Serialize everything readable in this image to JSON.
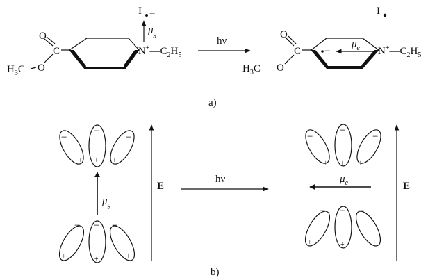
{
  "panel_a": {
    "caption": "a)",
    "left_molecule": {
      "ester_O_double": "O",
      "carbon": "C",
      "ester_O_single": "O",
      "methyl_H": "H",
      "methyl_sub": "3",
      "methyl_C": "C",
      "nitrogen": "N",
      "plus": "+",
      "ethyl": "—C",
      "ethyl_sub1": "2",
      "ethyl_H": "H",
      "ethyl_sub2": "5",
      "counter_ion": "I",
      "counter_charge": "−",
      "dipole": "μ",
      "dipole_sub": "g"
    },
    "arrow_label": "hν",
    "right_molecule": {
      "ester_O_double": "O",
      "carbon": "C",
      "ester_O_single": "O",
      "methyl_H": "H",
      "methyl_sub": "3",
      "methyl_C": "C",
      "nitrogen": "N",
      "plus": "+",
      "ethyl": "—C",
      "ethyl_sub1": "2",
      "ethyl_H": "H",
      "ethyl_sub2": "5",
      "counter_ion": "I",
      "radical_dot": "•",
      "ring_minus": "−",
      "dipole": "μ",
      "dipole_sub": "e"
    }
  },
  "panel_b": {
    "caption": "b)",
    "minus": "−",
    "plus": "+",
    "left_dipole": "μ",
    "left_dipole_sub": "g",
    "arrow_label": "hν",
    "right_dipole": "μ",
    "right_dipole_sub": "e",
    "field_label": "E"
  },
  "colors": {
    "ink": "#111111",
    "background": "#ffffff"
  }
}
